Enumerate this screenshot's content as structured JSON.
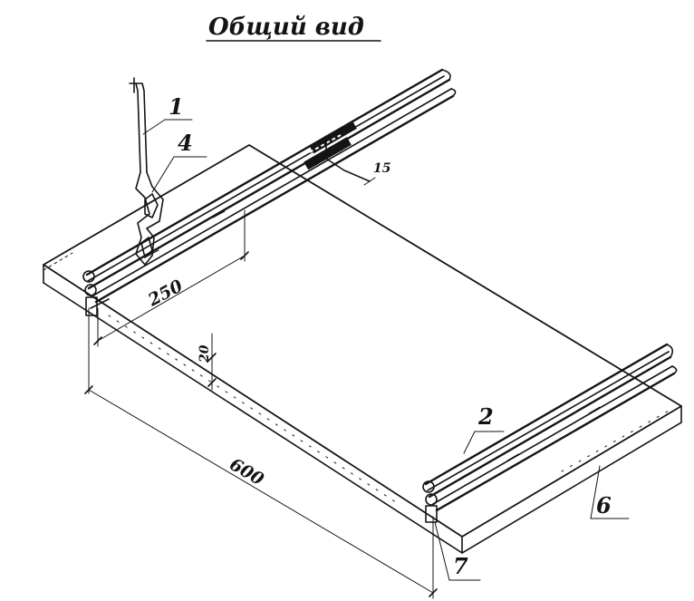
{
  "title": "Общий вид",
  "callouts": {
    "c1": "1",
    "c2": "2",
    "c4": "4",
    "c6": "6",
    "c7": "7"
  },
  "dimensions": {
    "d250": "250",
    "d600": "600",
    "d20": "20",
    "d15": "15"
  }
}
